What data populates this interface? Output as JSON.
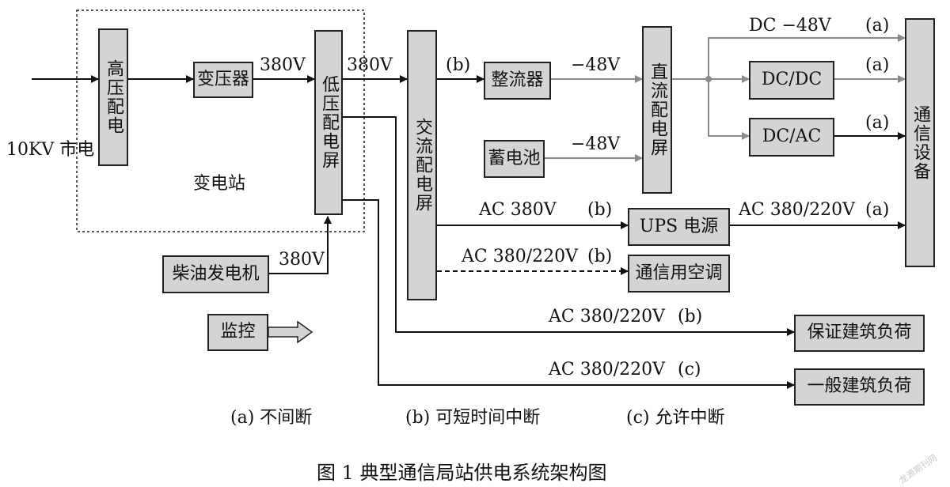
{
  "boxes": {
    "hv": "高压配电",
    "transformer": "变压器",
    "lv": "低压配电屏",
    "ac": "交流配电屏",
    "rectifier": "整流器",
    "battery": "蓄电池",
    "dc_panel": "直流配电屏",
    "dcdc": "DC/DC",
    "dcac": "DC/AC",
    "telecom": "通信设备",
    "ups": "UPS 电源",
    "aircon": "通信用空调",
    "diesel": "柴油发电机",
    "monitor": "监控",
    "guaranteed": "保证建筑负荷",
    "general": "一般建筑负荷"
  },
  "labels": {
    "mains": "10KV 市电",
    "substation": "变电站",
    "v380_a": "380V",
    "v380_b": "380V",
    "v380_diesel": "380V",
    "b_rect": "(b)",
    "m48_rect": "−48V",
    "m48_batt": "−48V",
    "dc48": "DC −48V",
    "a1": "(a)",
    "a2": "(a)",
    "a3": "(a)",
    "ac380": "AC 380V",
    "b_ups": "(b)",
    "ac380_220_ups": "AC 380/220V",
    "a_ups": "(a)",
    "ac380_220_air": "AC 380/220V",
    "b_air": "(b)",
    "ac380_220_guar": "AC 380/220V",
    "b_guar": "(b)",
    "ac380_220_gen": "AC 380/220V",
    "c_gen": "(c)"
  },
  "legend": {
    "a": "(a) 不间断",
    "b": "(b) 可短时间中断",
    "c": "(c) 允许中断"
  },
  "caption": "图 1   典型通信局站供电系统架构图",
  "watermark": "龙源期刊网",
  "colors": {
    "box_fill": "#d4d4d4",
    "line": "#111111",
    "gray_line": "#8a8a8a"
  }
}
